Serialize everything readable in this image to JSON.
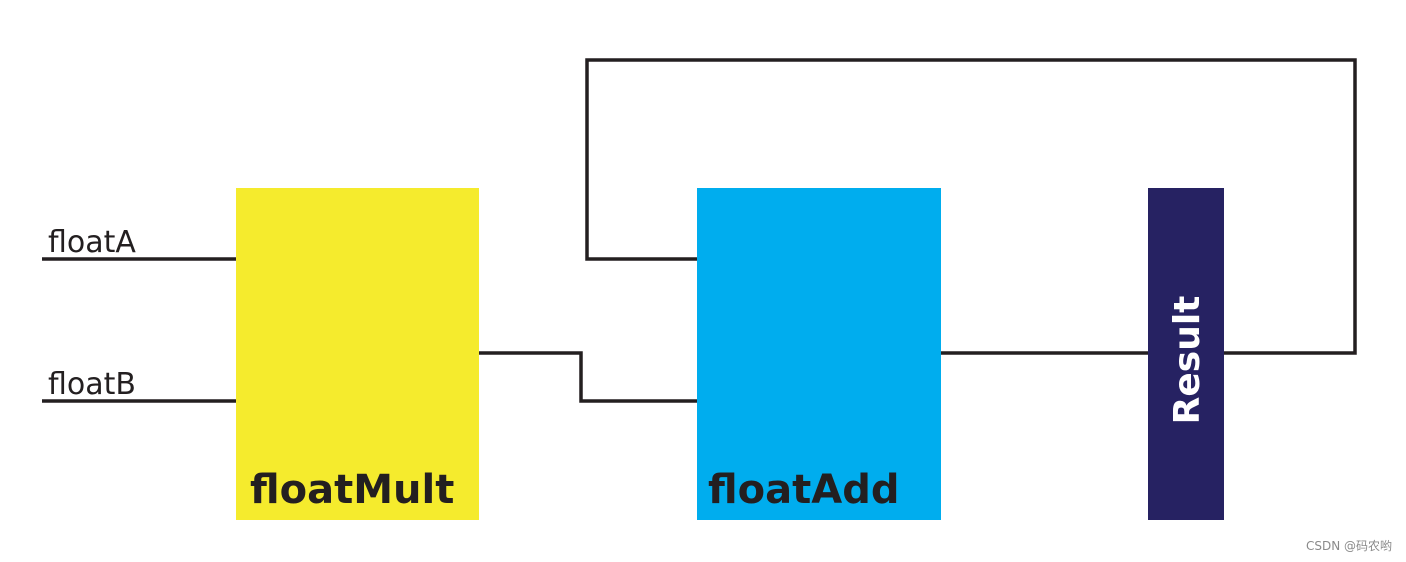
{
  "inputs": {
    "a_label": "floatA",
    "b_label": "floatB"
  },
  "blocks": {
    "mult": {
      "label": "floatMult",
      "color": "#f5eb2d"
    },
    "add": {
      "label": "floatAdd",
      "color": "#00adee"
    },
    "result": {
      "label": "Result",
      "color": "#262262"
    }
  },
  "wire_color": "#231f20",
  "watermark": "CSDN @码农哟"
}
